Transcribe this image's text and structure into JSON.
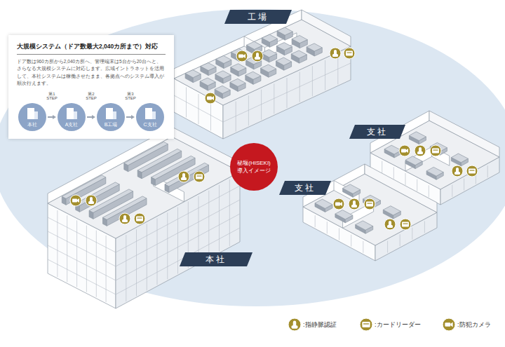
{
  "diagram": {
    "nodes": [
      {
        "text": [
          "大規模システム（ドア数最大2,040カ所まで）対応",
          "ドア数は960カ所から2,040カ所へ、管理端末は5台から20台へと、さらなる大規模システムに対応します。広域イントラネットを活用して、本社システムは稼働させたまま、各拠点へのシステム導入が順次行えます。"
        ]
      },
      {
        "text": [
          "本社"
        ],
        "in": 0
      },
      {
        "text": [
          "A支社"
        ],
        "in": 0
      },
      {
        "text": [
          "B工場"
        ],
        "in": 0
      },
      {
        "text": [
          "C支社"
        ],
        "in": 0
      },
      {
        "text": [
          "工場"
        ]
      },
      {
        "text": [
          "支社"
        ]
      },
      {
        "text": [
          "支社"
        ]
      },
      {
        "text": [
          "本社"
        ]
      },
      {
        "text": [
          "秘堰(HISEKI) 導入イメージ"
        ]
      }
    ],
    "edges": [
      {
        "from": 1,
        "to": 2,
        "arrow": "to",
        "label": "第1 STEP"
      },
      {
        "from": 2,
        "to": 3,
        "arrow": "to",
        "label": "第2 STEP"
      },
      {
        "from": 3,
        "to": 4,
        "arrow": "to",
        "label": "第3 STEP"
      }
    ],
    "legend": [
      {
        "text": ":指静脈認証"
      },
      {
        "text": ":カードリーダー"
      },
      {
        "text": ":防犯カメラ"
      }
    ]
  }
}
